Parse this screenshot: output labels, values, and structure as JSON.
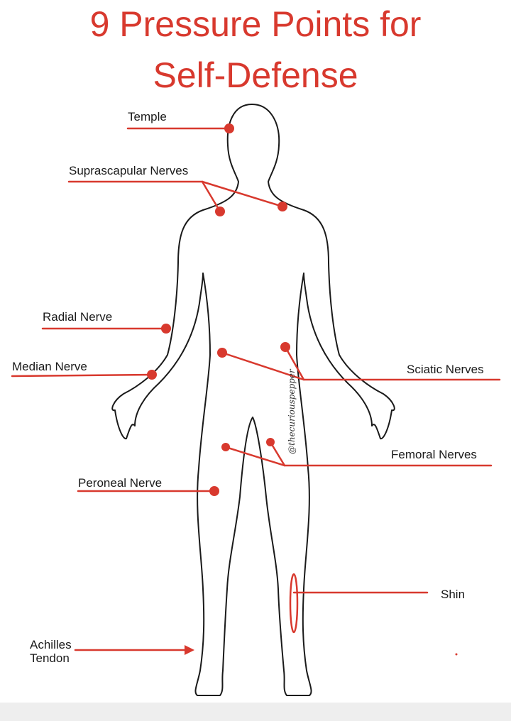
{
  "title": {
    "line1": "9 Pressure Points for",
    "line2": "Self-Defense"
  },
  "labels": {
    "temple": "Temple",
    "suprascapular": "Suprascapular Nerves",
    "radial": "Radial Nerve",
    "median": "Median Nerve",
    "sciatic": "Sciatic Nerves",
    "femoral": "Femoral Nerves",
    "peroneal": "Peroneal Nerve",
    "shin": "Shin",
    "achilles_line1": "Achilles",
    "achilles_line2": "Tendon"
  },
  "watermark": "@thecuriouspepper",
  "colors": {
    "accent": "#d8392e",
    "outline": "#1a1a1a",
    "background": "#ffffff"
  }
}
